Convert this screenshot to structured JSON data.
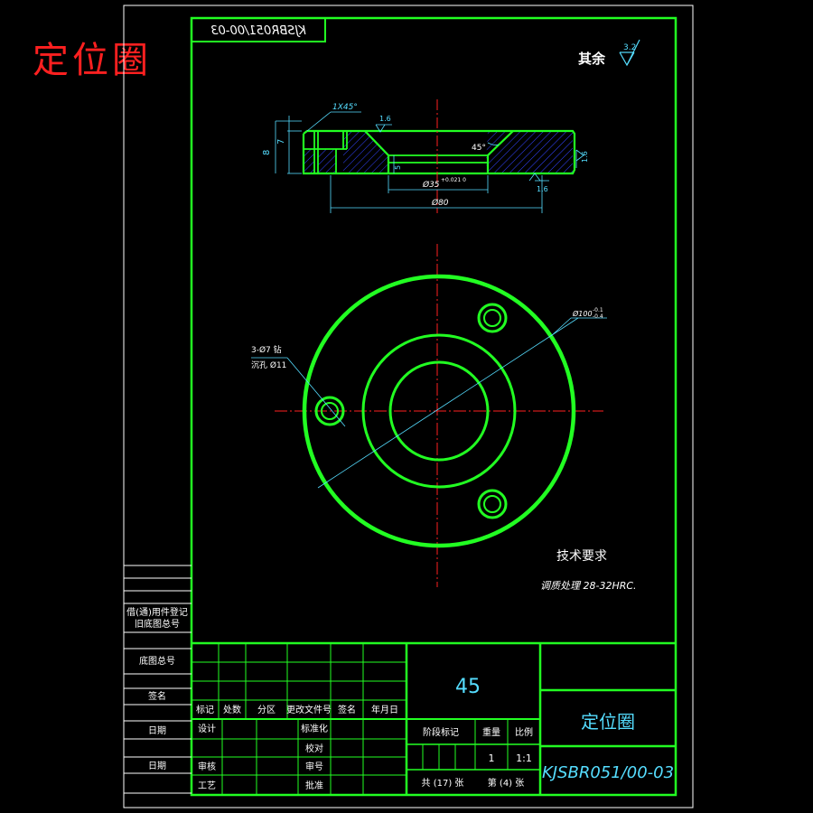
{
  "page_title": "定位圈",
  "drawing_number_mirrored": "KJSBR051/00-03",
  "surface_finish": {
    "label": "其余",
    "value": "3.2"
  },
  "section_view": {
    "chamfer": "1X45°",
    "angle": "45°",
    "roughness_top": "1.6",
    "roughness_right": "1.6",
    "roughness_bottom": "1.6",
    "dim_total_height": "8",
    "dim_step_height": "7",
    "dim_inner_step": "5",
    "dim_bore_dia": "Ø35",
    "dim_bore_tol": "+0.021\n0",
    "dim_outer": "Ø80"
  },
  "plan_view": {
    "hole_note_line1": "3-Ø7 钻",
    "hole_note_line2": "沉孔 Ø11",
    "outer_dia": "Ø100",
    "outer_tol_upper": "-0.1",
    "outer_tol_lower": "-0.4",
    "holes_count": 3
  },
  "tech_req": {
    "title": "技术要求",
    "line1": "调质处理 28-32HRC."
  },
  "title_block": {
    "material": "45",
    "part_name": "定位圈",
    "drawing_no": "KJSBR051/00-03",
    "scale": "1:1",
    "quantity": "1",
    "sheets_total": "共 (17) 张",
    "sheet_no": "第 (4) 张",
    "labels": {
      "mark": "标记",
      "count": "处数",
      "zone": "分区",
      "change_doc": "更改文件号",
      "sign": "签名",
      "date": "年月日",
      "design": "设计",
      "std": "标准化",
      "review": "审核",
      "process": "工艺",
      "approve": "批准",
      "stage_mark": "阶段标记",
      "weight": "重量",
      "ratio": "比例",
      "proofread": "校对",
      "ban": "审号"
    }
  },
  "left_strip": {
    "row1": "借(通)用件登记",
    "row2": "旧底图总号",
    "row3": "底图总号",
    "row4": "签名",
    "row5": "日期",
    "row6": "日期"
  }
}
